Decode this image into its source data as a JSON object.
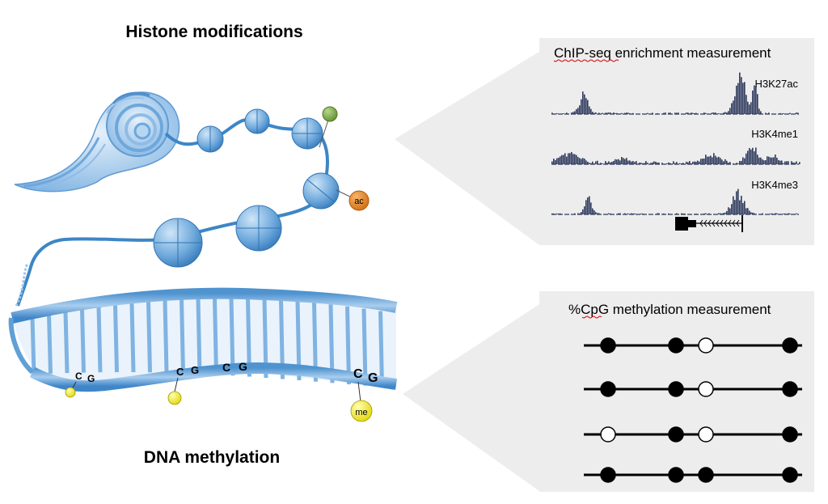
{
  "labels": {
    "histone_title": "Histone modifications",
    "dna_title": "DNA methylation",
    "acetyl_mark": "ac",
    "methyl_mark": "me",
    "cg_pairs": [
      {
        "c": "C",
        "g": "G"
      },
      {
        "c": "C",
        "g": "G"
      },
      {
        "c": "C",
        "g": "G"
      },
      {
        "c": "C",
        "g": "G"
      }
    ]
  },
  "chip_panel": {
    "title": "ChIP-seq enrichment measurement",
    "tracks": [
      {
        "name": "H3K27ac"
      },
      {
        "name": "H3K4me1"
      },
      {
        "name": "H3K4me3"
      }
    ]
  },
  "methylation_panel": {
    "title": "%CpG methylation measurement",
    "rows": [
      [
        true,
        true,
        false,
        true
      ],
      [
        true,
        true,
        false,
        true
      ],
      [
        false,
        true,
        false,
        true
      ],
      [
        true,
        true,
        true,
        true
      ]
    ]
  },
  "colors": {
    "chromatin_blue": "#5fa0d6",
    "chromatin_light": "#a9cdee",
    "panel_gray": "#ededed",
    "track_navy": "#2e3a5c",
    "acetyl_orange": "#e07b16",
    "methyl_yellow": "#f2ea1c",
    "green_mark": "#6f9d3a"
  }
}
